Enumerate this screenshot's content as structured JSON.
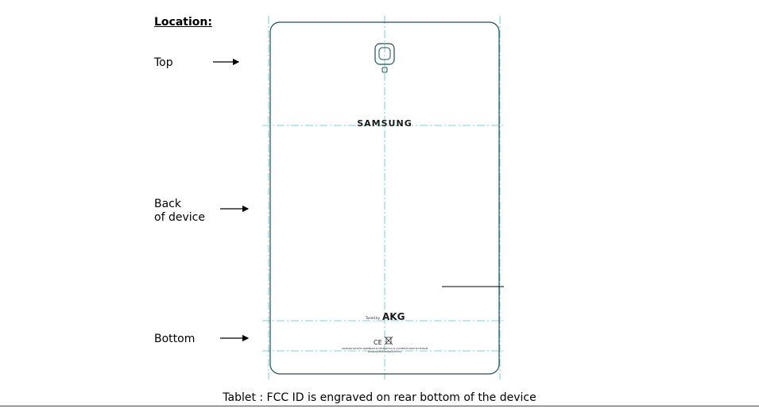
{
  "heading": "Location:",
  "labels": {
    "top": "Top",
    "back_line1": "Back",
    "back_line2": "of device",
    "bottom": "Bottom"
  },
  "device_marks": {
    "brand": "SAMSUNG",
    "tuned_by": "Tuned by",
    "akg": "AKG",
    "ce": "CE",
    "regulatory_text_line1": "SAMSUNG SM-T835 ASSEMBLED IN VIETNAM FCC ID A3LSMT835 MADE IN VIETNAM",
    "regulatory_text_line2": "SAMSUNG ELECTRONICS CO LTD"
  },
  "caption": "Tablet : FCC ID is engraved on rear bottom of the device",
  "colors": {
    "device_outline": "#1f4f57",
    "guide_lines": "#5fbfd1",
    "text": "#000000"
  }
}
